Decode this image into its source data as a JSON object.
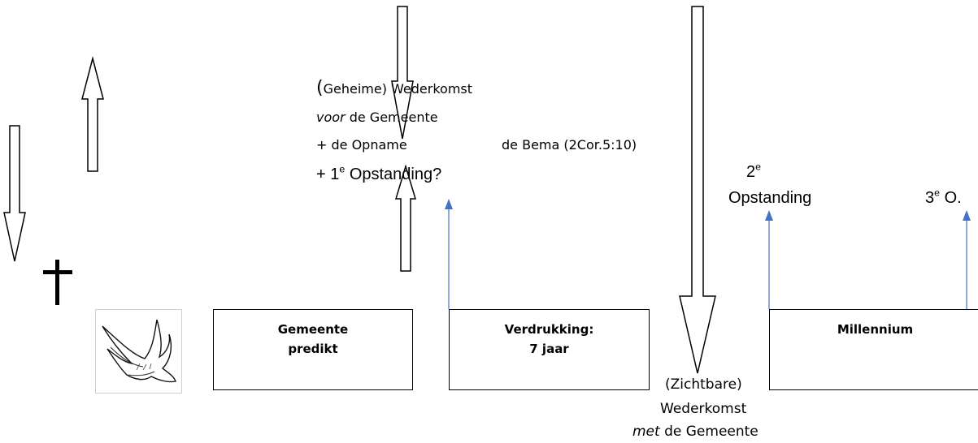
{
  "colors": {
    "arrow_outline": "#000000",
    "marker_line": "#4472c4"
  },
  "icons": {
    "cross": "cross-icon",
    "dove": "dove-icon"
  },
  "header_text": {
    "line1_open": "(",
    "line1_main": "Geheime) Wederkomst",
    "line2_italic": "voor",
    "line2_rest": " de Gemeente",
    "line3": "+ de Opname",
    "bema": "de Bema (2Cor.5:10)",
    "line4_a": "+ 1",
    "line4_sup": "e",
    "line4_b": " Opstanding?"
  },
  "resurrection_2": {
    "number": "2",
    "sup": "e",
    "word": "Opstanding"
  },
  "resurrection_3": {
    "number": "3",
    "sup": "e",
    "word": " O."
  },
  "boxes": {
    "church": {
      "line1": "Gemeente",
      "line2": "predikt"
    },
    "tribulation": {
      "line1": "Verdrukking:",
      "line2": "7 jaar"
    },
    "millennium": {
      "line1": "Millennium"
    }
  },
  "visible_return": {
    "line1": "(Zichtbare)",
    "line2": "Wederkomst",
    "line3_italic": "met",
    "line3_rest": " de Gemeente"
  }
}
